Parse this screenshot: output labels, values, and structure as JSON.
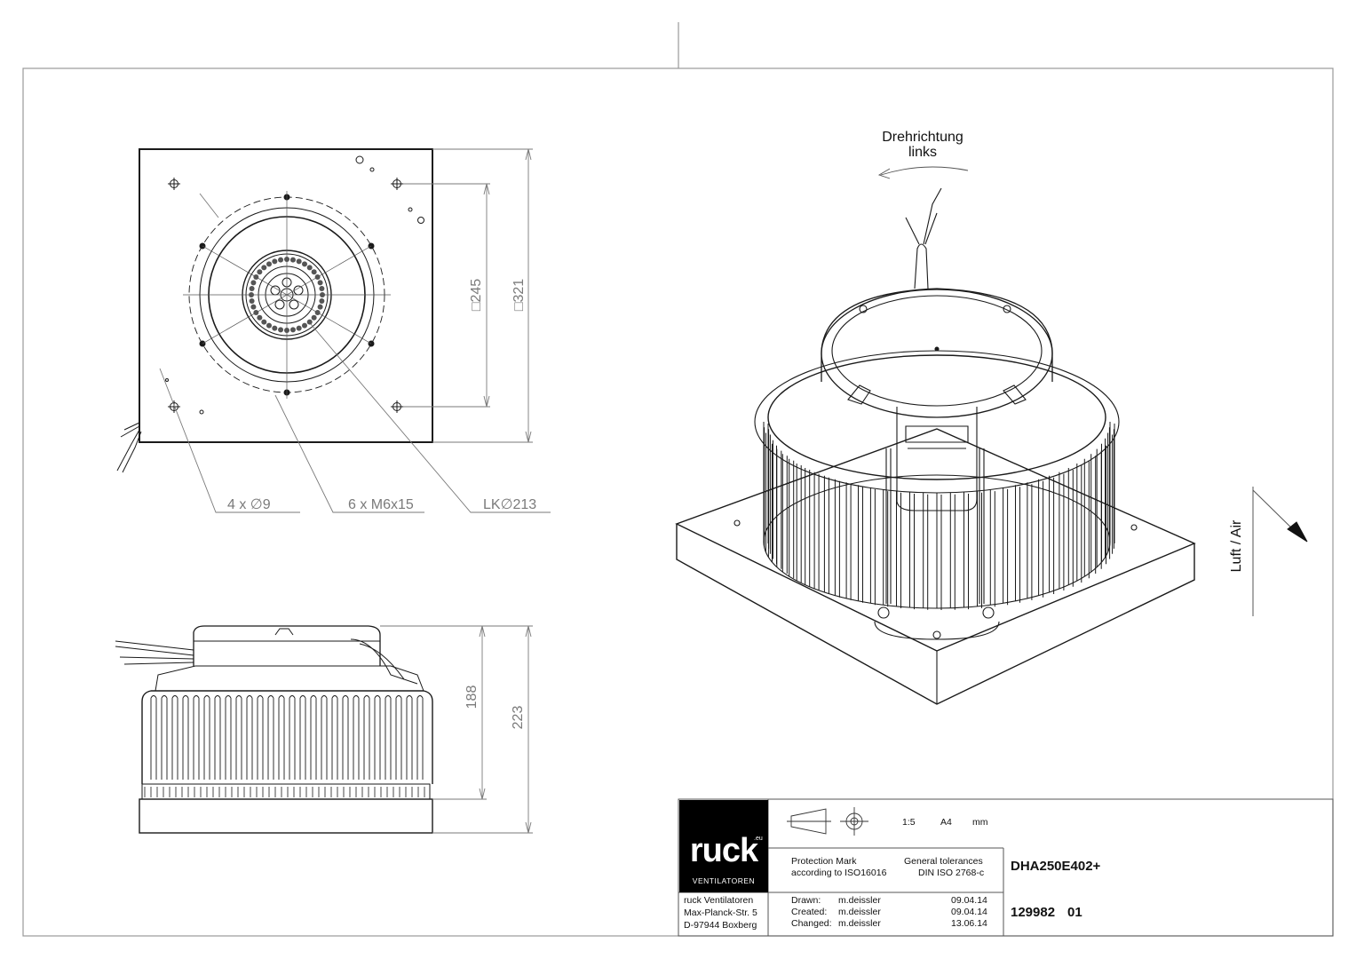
{
  "top_view": {
    "dims": {
      "inner_square": "□245",
      "outer_square": "□321",
      "holes": "4 x ∅9",
      "threads": "6 x M6x15",
      "bolt_circle": "LK∅213"
    }
  },
  "side_view": {
    "dims": {
      "height_body": "188",
      "height_total": "223"
    }
  },
  "iso_view": {
    "rotation_label_1": "Drehrichtung",
    "rotation_label_2": "links",
    "airflow_label": "Luft / Air"
  },
  "title_block": {
    "logo": {
      "word": "ruck",
      "suffix": ".eu",
      "subtitle": "VENTILATOREN"
    },
    "company": [
      "ruck Ventilatoren",
      "Max-Planck-Str. 5",
      "D-97944 Boxberg"
    ],
    "scale": "1:5",
    "paper": "A4",
    "unit": "mm",
    "protection_mark": [
      "Protection Mark",
      "according to ISO16016"
    ],
    "tolerances": [
      "General tolerances",
      "DIN ISO 2768-c"
    ],
    "product": "DHA250E402+",
    "drawn_label": "Drawn:",
    "created_label": "Created:",
    "changed_label": "Changed:",
    "drawn_by": "m.deissler",
    "created_by": "m.deissler",
    "changed_by": "m.deissler",
    "drawn_date": "09.04.14",
    "created_date": "09.04.14",
    "changed_date": "13.06.14",
    "drawing_number": "129982",
    "revision": "01"
  }
}
